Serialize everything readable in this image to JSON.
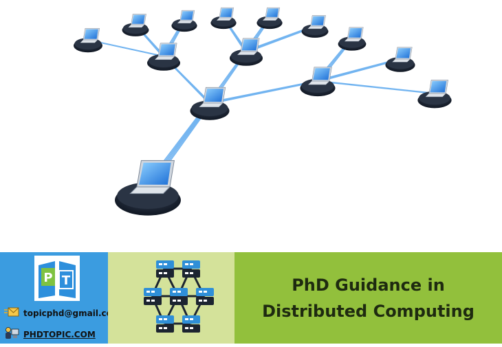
{
  "hero": {
    "illustration": "tree-network-of-laptops",
    "icon": "laptop-icon"
  },
  "footer": {
    "logo": {
      "letters": [
        "P",
        "T"
      ],
      "icon": "book-logo-icon"
    },
    "contact": {
      "email": "topicphd@gmail.com",
      "email_icon": "envelope-icon",
      "website": "PHDTOPIC.COM",
      "website_icon": "person-computer-icon"
    },
    "center_icon": "server-network-icon",
    "title_line1": "PhD Guidance in",
    "title_line2": "Distributed Computing"
  },
  "colors": {
    "left_panel": "#3b9ce0",
    "mid_panel": "#d4e29a",
    "right_panel": "#92c03c",
    "server_blue": "#2f8fd8",
    "server_dark": "#1c2430"
  }
}
